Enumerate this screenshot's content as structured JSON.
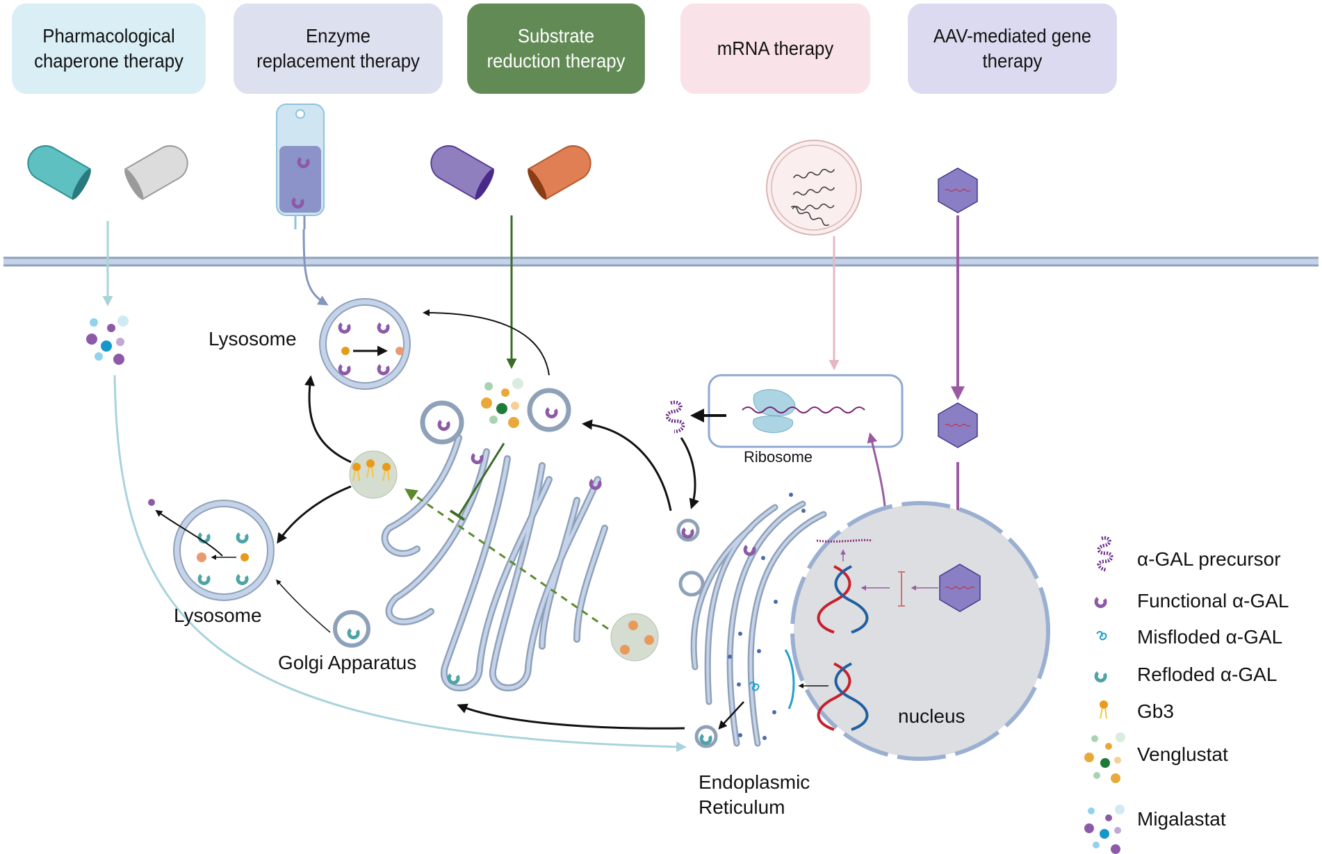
{
  "headers": [
    {
      "label": "Pharmacological\nchaperone therapy",
      "bg": "#d9eef5",
      "fg": "#111111"
    },
    {
      "label": "Enzyme\nreplacement therapy",
      "bg": "#dde0ee",
      "fg": "#111111"
    },
    {
      "label": "Substrate\nreduction therapy",
      "bg": "#628a55",
      "fg": "#ffffff"
    },
    {
      "label": "mRNA therapy",
      "bg": "#fae3e8",
      "fg": "#111111"
    },
    {
      "label": "AAV-mediated gene\ntherapy",
      "bg": "#dcdaf0",
      "fg": "#111111"
    }
  ],
  "labels": {
    "lysosome_top": "Lysosome",
    "lysosome_bottom": "Lysosome",
    "golgi": "Golgi Apparatus",
    "ribosome": "Ribosome",
    "er": "Endoplasmic\nReticulum",
    "nucleus": "nucleus"
  },
  "legend": [
    {
      "icon": "alpha-gal-precursor-icon",
      "label": "α-GAL precursor"
    },
    {
      "icon": "functional-alpha-gal-icon",
      "label": "Functional α-GAL"
    },
    {
      "icon": "misfolded-alpha-gal-icon",
      "label": "Misfloded α-GAL"
    },
    {
      "icon": "refolded-alpha-gal-icon",
      "label": "Refloded α-GAL"
    },
    {
      "icon": "gb3-icon",
      "label": "Gb3"
    },
    {
      "icon": "venglustat-icon",
      "label": "Venglustat"
    },
    {
      "icon": "migalastat-icon",
      "label": "Migalastat"
    }
  ],
  "colors": {
    "membrane": "#8fa1b8",
    "membrane_fill": "#c5d3ea",
    "chaperone_arrow": "#a9d3dc",
    "ert_arrow": "#8496c0",
    "srt_arrow": "#3b6b26",
    "srt_dashed": "#5b8a2d",
    "mrna_arrow": "#e6b7c1",
    "aav_arrow": "#9a5aa1",
    "functional_gal": "#8c5aa8",
    "refolded_gal": "#4fa3a5",
    "gb3": "#e99a1a",
    "nucleus": "#dddee2"
  }
}
